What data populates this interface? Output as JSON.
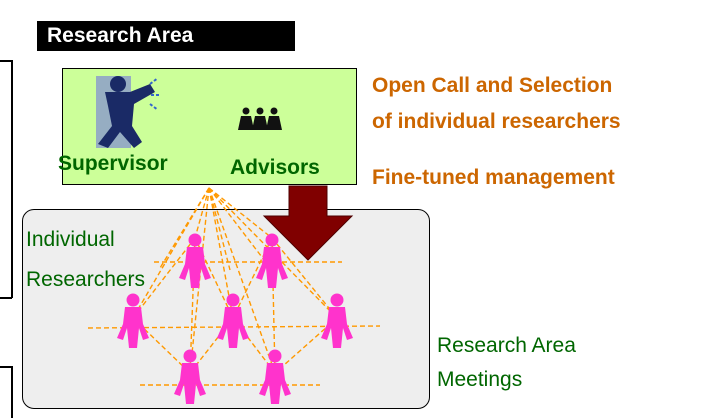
{
  "header": {
    "title": "Research Area"
  },
  "roles": {
    "supervisor": "Supervisor",
    "advisors": "Advisors"
  },
  "management": {
    "call_line1": "Open Call and Selection",
    "call_line2": "of individual researchers",
    "fine_tuned": "Fine-tuned management"
  },
  "researchers": {
    "line1": "Individual",
    "line2": "Researchers"
  },
  "meetings": {
    "line1": "Research Area",
    "line2": "Meetings"
  },
  "colors": {
    "green_box": "#ccff99",
    "label_green": "#006600",
    "orange_text": "#cc6600",
    "researcher_pink": "#ff33cc",
    "dashed_lines": "#ff9900",
    "arrow": "#800000",
    "meeting_bg": "#eeeeee"
  },
  "icons": [
    "supervisor-figure-icon",
    "advisors-group-icon",
    "researcher-person-icon",
    "down-arrow-icon"
  ]
}
